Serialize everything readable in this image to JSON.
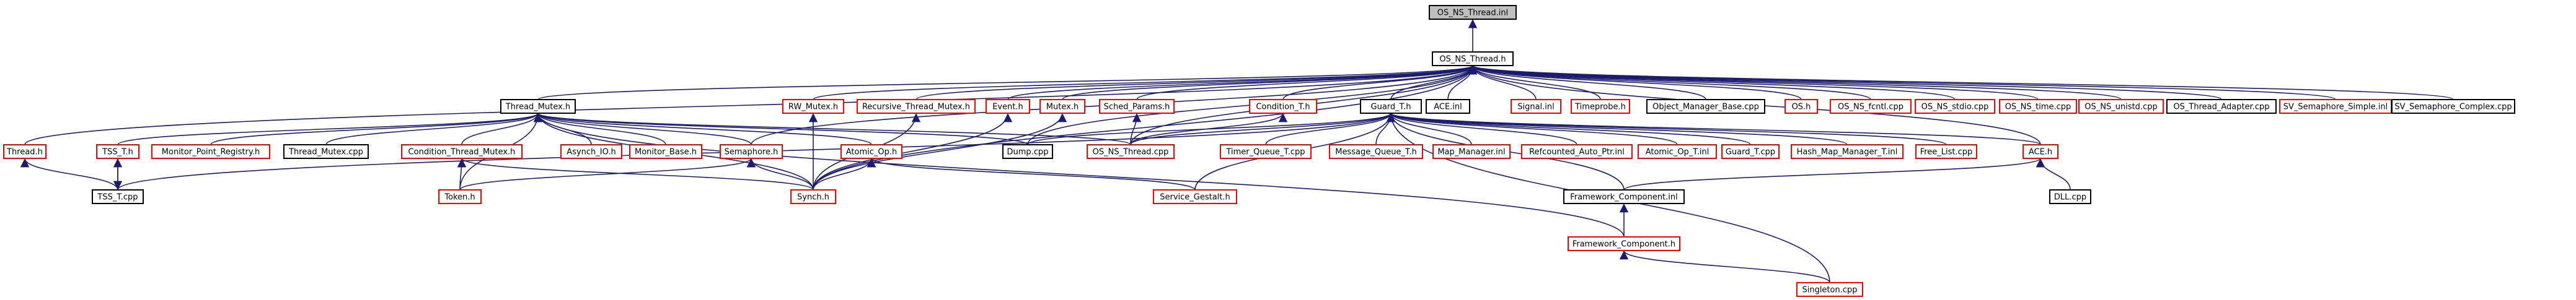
{
  "colors": {
    "background": "#ffffff",
    "edge": "#1c1c6e",
    "root_fill": "#bfbfbf",
    "border_external": "#ff0000",
    "border_local": "#000000"
  },
  "nodes": {
    "os_ns_thread_inl": {
      "label": "OS_NS_Thread.inl",
      "kind": "root"
    },
    "os_ns_thread_h": {
      "label": "OS_NS_Thread.h",
      "kind": "local"
    },
    "thread_mutex_h": {
      "label": "Thread_Mutex.h",
      "kind": "local"
    },
    "rw_mutex_h": {
      "label": "RW_Mutex.h",
      "kind": "external"
    },
    "recursive_thread_mutex_h": {
      "label": "Recursive_Thread_Mutex.h",
      "kind": "external"
    },
    "event_h": {
      "label": "Event.h",
      "kind": "external"
    },
    "mutex_h": {
      "label": "Mutex.h",
      "kind": "external"
    },
    "sched_params_h": {
      "label": "Sched_Params.h",
      "kind": "external"
    },
    "condition_t_h": {
      "label": "Condition_T.h",
      "kind": "external"
    },
    "guard_t_h": {
      "label": "Guard_T.h",
      "kind": "local"
    },
    "ace_inl": {
      "label": "ACE.inl",
      "kind": "local"
    },
    "signal_inl": {
      "label": "Signal.inl",
      "kind": "external"
    },
    "timeprobe_h": {
      "label": "Timeprobe.h",
      "kind": "external"
    },
    "object_manager_base_cpp": {
      "label": "Object_Manager_Base.cpp",
      "kind": "local"
    },
    "os_h": {
      "label": "OS.h",
      "kind": "external"
    },
    "os_ns_fcntl_cpp": {
      "label": "OS_NS_fcntl.cpp",
      "kind": "external"
    },
    "os_ns_stdio_cpp": {
      "label": "OS_NS_stdio.cpp",
      "kind": "external"
    },
    "os_ns_time_cpp": {
      "label": "OS_NS_time.cpp",
      "kind": "external"
    },
    "os_ns_unistd_cpp": {
      "label": "OS_NS_unistd.cpp",
      "kind": "external"
    },
    "os_thread_adapter_cpp": {
      "label": "OS_Thread_Adapter.cpp",
      "kind": "local"
    },
    "sv_semaphore_simple_inl": {
      "label": "SV_Semaphore_Simple.inl",
      "kind": "external"
    },
    "sv_semaphore_complex_cpp": {
      "label": "SV_Semaphore_Complex.cpp",
      "kind": "local"
    },
    "thread_h": {
      "label": "Thread.h",
      "kind": "external"
    },
    "tss_t_h": {
      "label": "TSS_T.h",
      "kind": "external"
    },
    "monitor_point_registry_h": {
      "label": "Monitor_Point_Registry.h",
      "kind": "external"
    },
    "thread_mutex_cpp": {
      "label": "Thread_Mutex.cpp",
      "kind": "local"
    },
    "condition_thread_mutex_h": {
      "label": "Condition_Thread_Mutex.h",
      "kind": "external"
    },
    "asynch_io_h": {
      "label": "Asynch_IO.h",
      "kind": "external"
    },
    "monitor_base_h": {
      "label": "Monitor_Base.h",
      "kind": "external"
    },
    "semaphore_h": {
      "label": "Semaphore.h",
      "kind": "external"
    },
    "atomic_op_h": {
      "label": "Atomic_Op.h",
      "kind": "external"
    },
    "dump_cpp": {
      "label": "Dump.cpp",
      "kind": "local"
    },
    "os_ns_thread_cpp": {
      "label": "OS_NS_Thread.cpp",
      "kind": "external"
    },
    "timer_queue_t_cpp": {
      "label": "Timer_Queue_T.cpp",
      "kind": "external"
    },
    "message_queue_t_h": {
      "label": "Message_Queue_T.h",
      "kind": "external"
    },
    "map_manager_inl": {
      "label": "Map_Manager.inl",
      "kind": "external"
    },
    "refcounted_auto_ptr_inl": {
      "label": "Refcounted_Auto_Ptr.inl",
      "kind": "external"
    },
    "atomic_op_t_inl": {
      "label": "Atomic_Op_T.inl",
      "kind": "external"
    },
    "guard_t_cpp": {
      "label": "Guard_T.cpp",
      "kind": "external"
    },
    "hash_map_manager_t_inl": {
      "label": "Hash_Map_Manager_T.inl",
      "kind": "external"
    },
    "free_list_cpp": {
      "label": "Free_List.cpp",
      "kind": "external"
    },
    "ace_h": {
      "label": "ACE.h",
      "kind": "external"
    },
    "tss_t_cpp": {
      "label": "TSS_T.cpp",
      "kind": "local"
    },
    "token_h": {
      "label": "Token.h",
      "kind": "external"
    },
    "synch_h": {
      "label": "Synch.h",
      "kind": "external"
    },
    "service_gestalt_h": {
      "label": "Service_Gestalt.h",
      "kind": "external"
    },
    "framework_component_inl": {
      "label": "Framework_Component.inl",
      "kind": "local"
    },
    "dll_cpp": {
      "label": "DLL.cpp",
      "kind": "local"
    },
    "framework_component_h": {
      "label": "Framework_Component.h",
      "kind": "external"
    },
    "singleton_cpp": {
      "label": "Singleton.cpp",
      "kind": "external"
    }
  },
  "edges": [
    [
      "os_ns_thread_h",
      "os_ns_thread_inl"
    ],
    [
      "thread_mutex_h",
      "os_ns_thread_h"
    ],
    [
      "rw_mutex_h",
      "os_ns_thread_h"
    ],
    [
      "recursive_thread_mutex_h",
      "os_ns_thread_h"
    ],
    [
      "event_h",
      "os_ns_thread_h"
    ],
    [
      "mutex_h",
      "os_ns_thread_h"
    ],
    [
      "sched_params_h",
      "os_ns_thread_h"
    ],
    [
      "condition_t_h",
      "os_ns_thread_h"
    ],
    [
      "guard_t_h",
      "os_ns_thread_h"
    ],
    [
      "ace_inl",
      "os_ns_thread_h"
    ],
    [
      "signal_inl",
      "os_ns_thread_h"
    ],
    [
      "timeprobe_h",
      "os_ns_thread_h"
    ],
    [
      "object_manager_base_cpp",
      "os_ns_thread_h"
    ],
    [
      "os_h",
      "os_ns_thread_h"
    ],
    [
      "os_ns_fcntl_cpp",
      "os_ns_thread_h"
    ],
    [
      "os_ns_stdio_cpp",
      "os_ns_thread_h"
    ],
    [
      "os_ns_time_cpp",
      "os_ns_thread_h"
    ],
    [
      "os_ns_unistd_cpp",
      "os_ns_thread_h"
    ],
    [
      "os_thread_adapter_cpp",
      "os_ns_thread_h"
    ],
    [
      "sv_semaphore_simple_inl",
      "os_ns_thread_h"
    ],
    [
      "sv_semaphore_complex_cpp",
      "os_ns_thread_h"
    ],
    [
      "thread_h",
      "os_ns_thread_h"
    ],
    [
      "semaphore_h",
      "os_ns_thread_h"
    ],
    [
      "dump_cpp",
      "os_ns_thread_h"
    ],
    [
      "os_ns_thread_cpp",
      "os_ns_thread_h"
    ],
    [
      "synch_h",
      "os_ns_thread_h"
    ],
    [
      "ace_h",
      "os_ns_thread_h"
    ],
    [
      "tss_t_h",
      "thread_mutex_h"
    ],
    [
      "monitor_point_registry_h",
      "thread_mutex_h"
    ],
    [
      "thread_mutex_cpp",
      "thread_mutex_h"
    ],
    [
      "condition_thread_mutex_h",
      "thread_mutex_h"
    ],
    [
      "asynch_io_h",
      "thread_mutex_h"
    ],
    [
      "monitor_base_h",
      "thread_mutex_h"
    ],
    [
      "semaphore_h",
      "thread_mutex_h"
    ],
    [
      "atomic_op_h",
      "thread_mutex_h"
    ],
    [
      "dump_cpp",
      "thread_mutex_h"
    ],
    [
      "os_ns_thread_cpp",
      "thread_mutex_h"
    ],
    [
      "synch_h",
      "thread_mutex_h"
    ],
    [
      "token_h",
      "thread_mutex_h"
    ],
    [
      "framework_component_h",
      "thread_mutex_h"
    ],
    [
      "synch_h",
      "rw_mutex_h"
    ],
    [
      "synch_h",
      "recursive_thread_mutex_h"
    ],
    [
      "synch_h",
      "event_h"
    ],
    [
      "synch_h",
      "mutex_h"
    ],
    [
      "os_ns_thread_cpp",
      "sched_params_h"
    ],
    [
      "os_ns_thread_cpp",
      "condition_t_h"
    ],
    [
      "dump_cpp",
      "guard_t_h"
    ],
    [
      "os_ns_thread_cpp",
      "guard_t_h"
    ],
    [
      "timer_queue_t_cpp",
      "guard_t_h"
    ],
    [
      "message_queue_t_h",
      "guard_t_h"
    ],
    [
      "map_manager_inl",
      "guard_t_h"
    ],
    [
      "refcounted_auto_ptr_inl",
      "guard_t_h"
    ],
    [
      "atomic_op_t_inl",
      "guard_t_h"
    ],
    [
      "guard_t_cpp",
      "guard_t_h"
    ],
    [
      "hash_map_manager_t_inl",
      "guard_t_h"
    ],
    [
      "free_list_cpp",
      "guard_t_h"
    ],
    [
      "ace_h",
      "guard_t_h"
    ],
    [
      "tss_t_cpp",
      "guard_t_h"
    ],
    [
      "service_gestalt_h",
      "guard_t_h"
    ],
    [
      "framework_component_inl",
      "guard_t_h"
    ],
    [
      "singleton_cpp",
      "guard_t_h"
    ],
    [
      "dll_cpp",
      "ace_h"
    ],
    [
      "framework_component_inl",
      "ace_h"
    ],
    [
      "tss_t_cpp",
      "thread_h"
    ],
    [
      "tss_t_cpp",
      "tss_t_h"
    ],
    [
      "tss_t_h",
      "tss_t_cpp"
    ],
    [
      "token_h",
      "condition_thread_mutex_h"
    ],
    [
      "synch_h",
      "condition_thread_mutex_h"
    ],
    [
      "synch_h",
      "semaphore_h"
    ],
    [
      "token_h",
      "semaphore_h"
    ],
    [
      "synch_h",
      "atomic_op_h"
    ],
    [
      "service_gestalt_h",
      "atomic_op_h"
    ],
    [
      "framework_component_h",
      "framework_component_inl"
    ],
    [
      "singleton_cpp",
      "framework_component_h"
    ]
  ]
}
